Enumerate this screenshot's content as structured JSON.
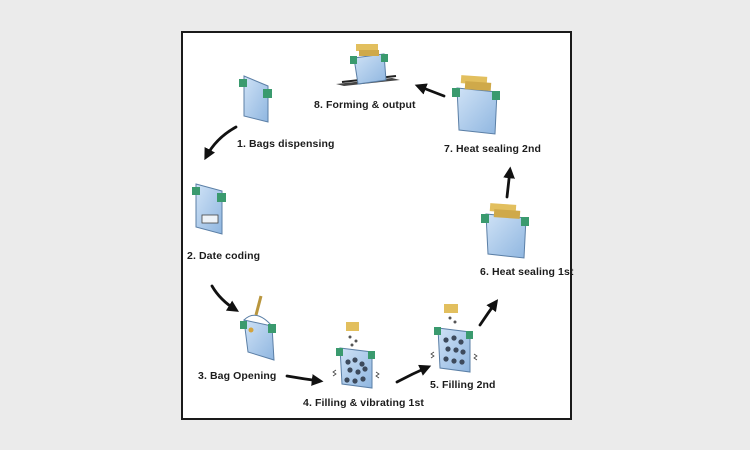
{
  "colors": {
    "background": "#ebebeb",
    "frame_border": "#1a1a1a",
    "bag_fill": "#a9c9ea",
    "bag_edge": "#5b7fa6",
    "clamp_green": "#3a9a6e",
    "gripper_yellow": "#e2bf5e",
    "arrow": "#111111"
  },
  "steps": [
    {
      "label": "1. Bags dispensing",
      "icon": "bag-dispensing-icon"
    },
    {
      "label": "2. Date coding",
      "icon": "date-coding-icon"
    },
    {
      "label": "3. Bag Opening",
      "icon": "bag-opening-icon"
    },
    {
      "label": "4. Filling & vibrating 1st",
      "icon": "filling-vibrating-icon"
    },
    {
      "label": "5. Filling 2nd",
      "icon": "filling-second-icon"
    },
    {
      "label": "6. Heat sealing 1st",
      "icon": "heat-sealing-first-icon"
    },
    {
      "label": "7. Heat sealing 2nd",
      "icon": "heat-sealing-second-icon"
    },
    {
      "label": "8. Forming & output",
      "icon": "forming-output-icon"
    }
  ]
}
